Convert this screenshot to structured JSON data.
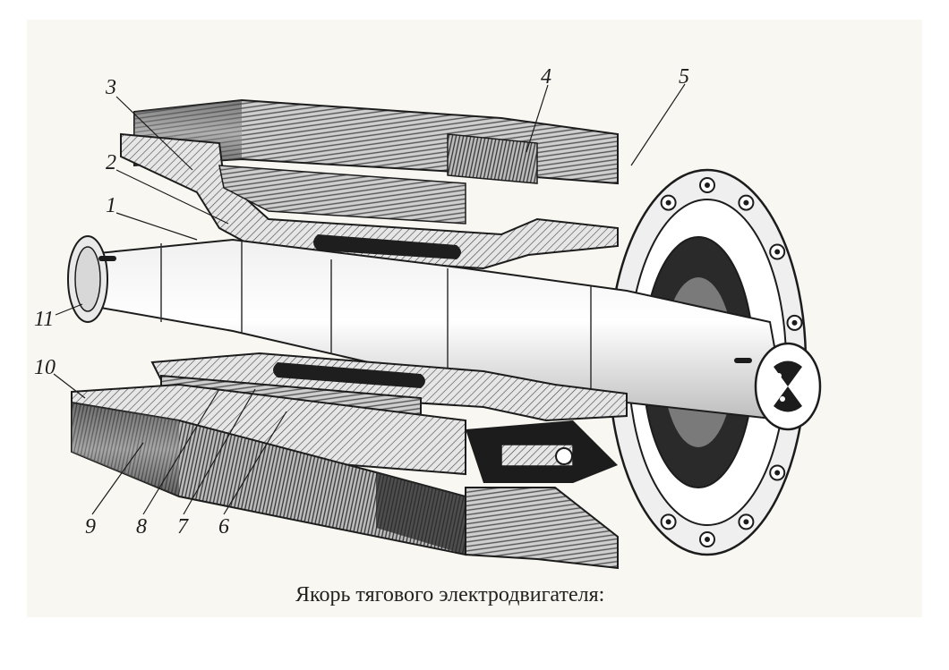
{
  "callouts": [
    {
      "number": "1",
      "id": "callout-1"
    },
    {
      "number": "2",
      "id": "callout-2"
    },
    {
      "number": "3",
      "id": "callout-3"
    },
    {
      "number": "4",
      "id": "callout-4"
    },
    {
      "number": "5",
      "id": "callout-5"
    },
    {
      "number": "6",
      "id": "callout-6"
    },
    {
      "number": "7",
      "id": "callout-7"
    },
    {
      "number": "8",
      "id": "callout-8"
    },
    {
      "number": "9",
      "id": "callout-9"
    },
    {
      "number": "10",
      "id": "callout-10"
    },
    {
      "number": "11",
      "id": "callout-11"
    }
  ],
  "caption": "Якорь тягового электродвигателя:",
  "colors": {
    "ink": "#1c1c1c",
    "paper": "#f8f7f1",
    "section_fill": "#d9d9d9",
    "dark_fill": "#2a2a2a"
  },
  "illustration_name": "traction-motor-armature-cutaway"
}
